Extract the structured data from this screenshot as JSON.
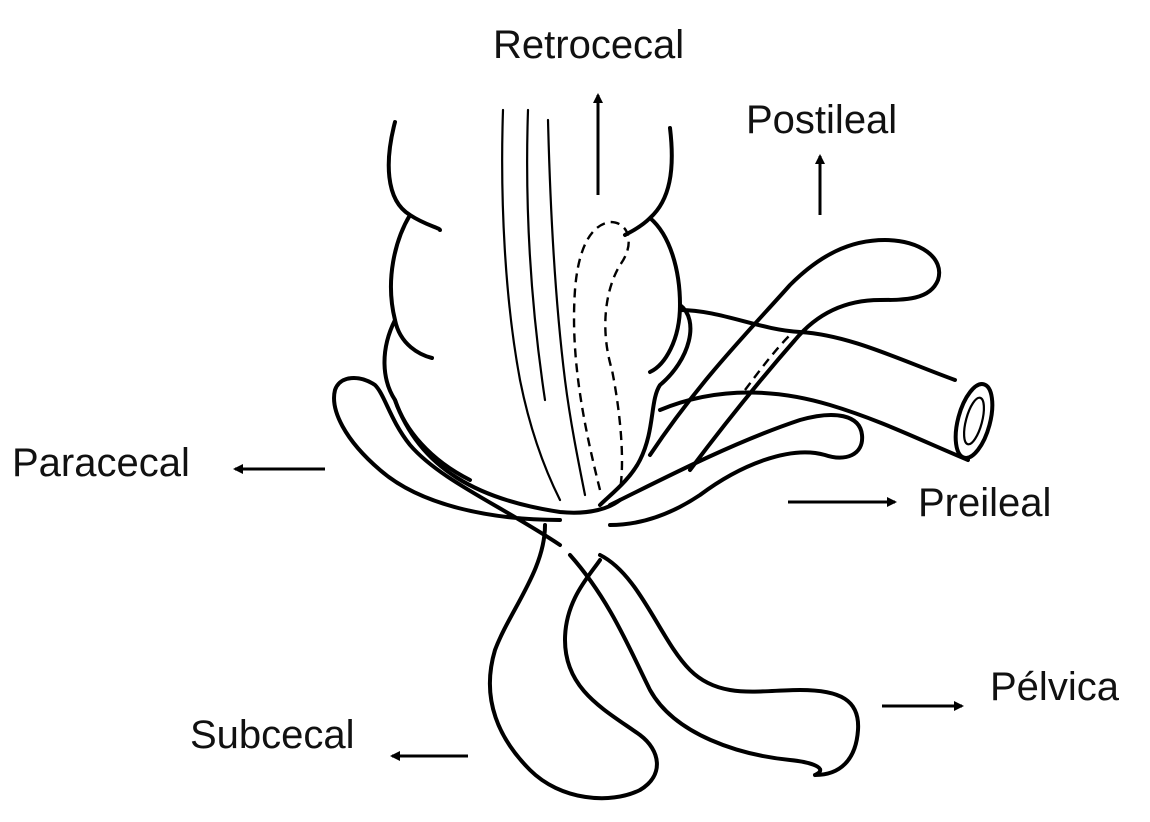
{
  "labels": {
    "retrocecal": "Retrocecal",
    "postileal": "Postileal",
    "paracecal": "Paracecal",
    "preileal": "Preileal",
    "pelvica": "Pélvica",
    "subcecal": "Subcecal"
  }
}
